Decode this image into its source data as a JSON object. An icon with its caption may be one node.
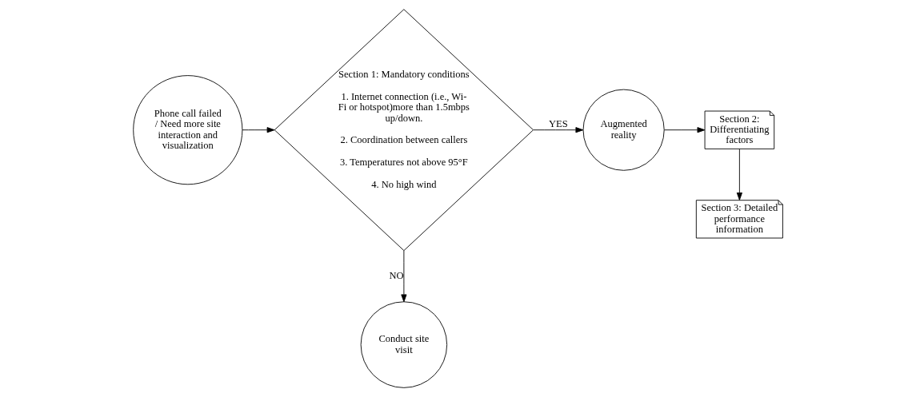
{
  "diagram": {
    "nodes": [
      {
        "text": [
          "Phone call failed / Need more site interaction and visualization"
        ]
      },
      {
        "text": [
          "Section 1: Mandatory conditions",
          "1. Internet connection (i.e., Wi-Fi or hotspot)more than 1.5mbps up/down.",
          "2. Coordination between callers",
          "3. Temperatures not above 95°F",
          "4. No high wind"
        ]
      },
      {
        "text": [
          "Augmented reality"
        ]
      },
      {
        "text": [
          "Section 2: Differentiating factors"
        ]
      },
      {
        "text": [
          "Section 3: Detailed performance information"
        ]
      },
      {
        "text": [
          "Conduct site visit"
        ]
      }
    ],
    "edges": [
      {
        "from": 0,
        "to": 1,
        "arrow": "to"
      },
      {
        "from": 1,
        "to": 2,
        "arrow": "to",
        "label": "YES"
      },
      {
        "from": 2,
        "to": 3,
        "arrow": "to"
      },
      {
        "from": 3,
        "to": 4,
        "arrow": "to"
      },
      {
        "from": 1,
        "to": 5,
        "arrow": "to",
        "label": "NO"
      }
    ]
  }
}
